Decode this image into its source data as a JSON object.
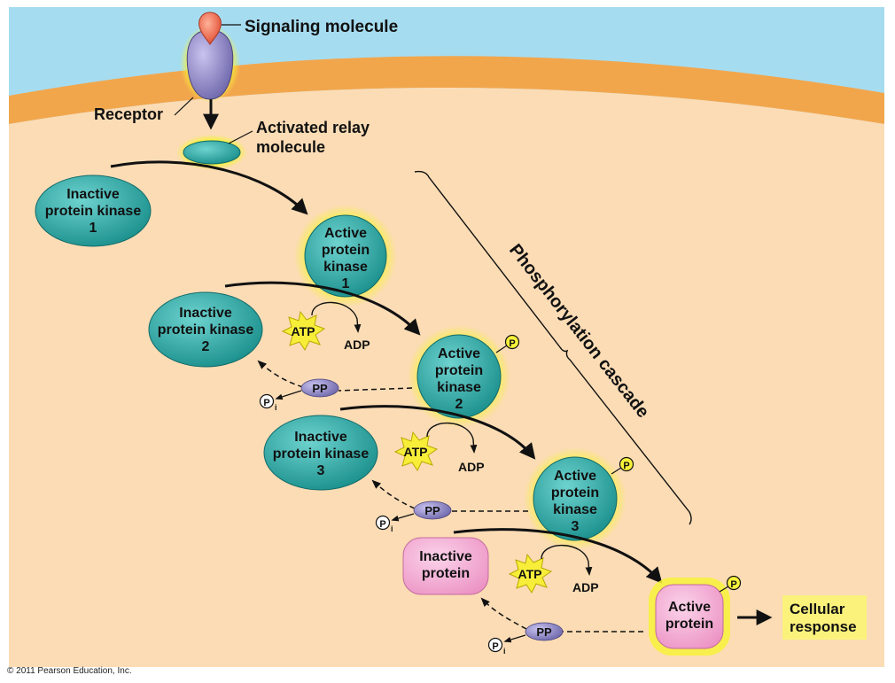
{
  "colors": {
    "sky": "#a6dcf0",
    "membrane": "#f2a64c",
    "cytoplasm": "#fbdcb5",
    "kinase": "#2fa7a4",
    "kinase_glow": "#f7f23a",
    "protein": "#f3a7cf",
    "pp": "#b7b2dc",
    "response": "#fbf27c"
  },
  "labels": {
    "signaling_molecule": "Signaling molecule",
    "receptor": "Receptor",
    "relay_line1": "Activated relay",
    "relay_line2": "molecule",
    "cascade": "Phosphorylation cascade",
    "cellular_line1": "Cellular",
    "cellular_line2": "response",
    "copyright": "© 2011 Pearson Education, Inc."
  },
  "kinases": {
    "inactive1": [
      "Inactive",
      "protein kinase",
      "1"
    ],
    "active1": [
      "Active",
      "protein",
      "kinase",
      "1"
    ],
    "inactive2": [
      "Inactive",
      "protein kinase",
      "2"
    ],
    "active2": [
      "Active",
      "protein",
      "kinase",
      "2"
    ],
    "inactive3": [
      "Inactive",
      "protein kinase",
      "3"
    ],
    "active3": [
      "Active",
      "protein",
      "kinase",
      "3"
    ],
    "inactive_protein": [
      "Inactive",
      "protein"
    ],
    "active_protein": [
      "Active",
      "protein"
    ]
  },
  "steps": [
    {
      "atp": "ATP",
      "adp": "ADP",
      "pp": "PP",
      "pi": "P",
      "pi_sub": "i",
      "phosphate": "P"
    },
    {
      "atp": "ATP",
      "adp": "ADP",
      "pp": "PP",
      "pi": "P",
      "pi_sub": "i",
      "phosphate": "P"
    },
    {
      "atp": "ATP",
      "adp": "ADP",
      "pp": "PP",
      "pi": "P",
      "pi_sub": "i",
      "phosphate": "P"
    }
  ]
}
